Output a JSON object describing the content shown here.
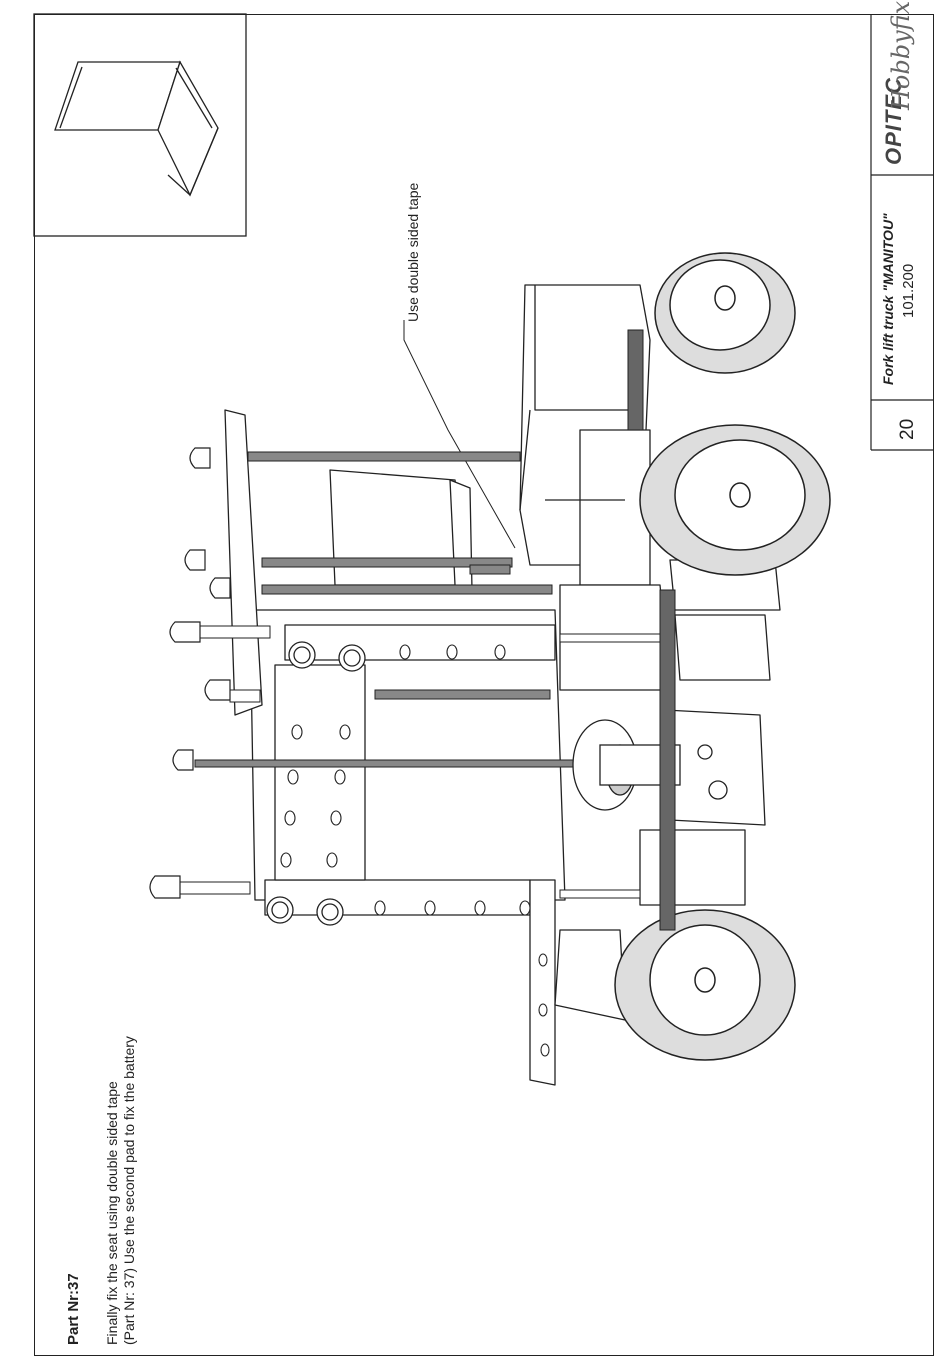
{
  "part_label": "Part Nr:37",
  "instructions": {
    "line1": "Finally fix the seat using double sided tape",
    "line2": "(Part Nr: 37) Use the second pad to fix the battery"
  },
  "callout": "Use double sided tape",
  "title_block": {
    "product_title": "Fork lift truck \"MANITOU\"",
    "product_number": "101.200",
    "page_number": "20",
    "brand_primary": "OPITEC",
    "brand_secondary": "Hobbyfix"
  }
}
